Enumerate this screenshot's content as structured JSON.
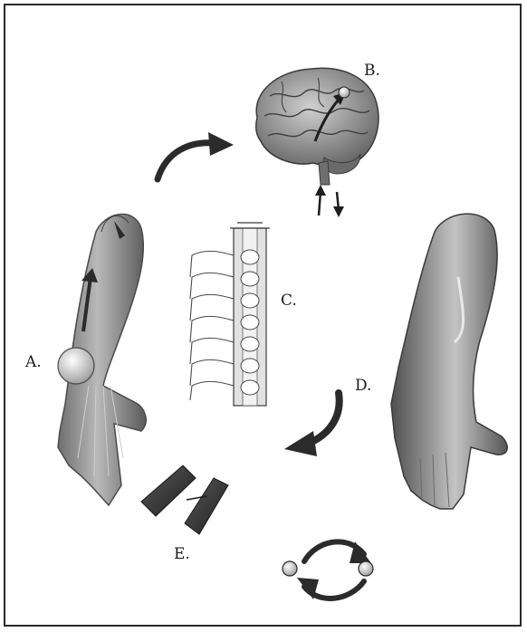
{
  "labels": {
    "a": "A.",
    "b": "B.",
    "c": "C.",
    "d": "D.",
    "e": "E."
  },
  "colors": {
    "border": "#2a2a2a",
    "ink": "#1a1a1a",
    "arrow": "#2b2b2b",
    "tissue": "#8a8a8a"
  }
}
